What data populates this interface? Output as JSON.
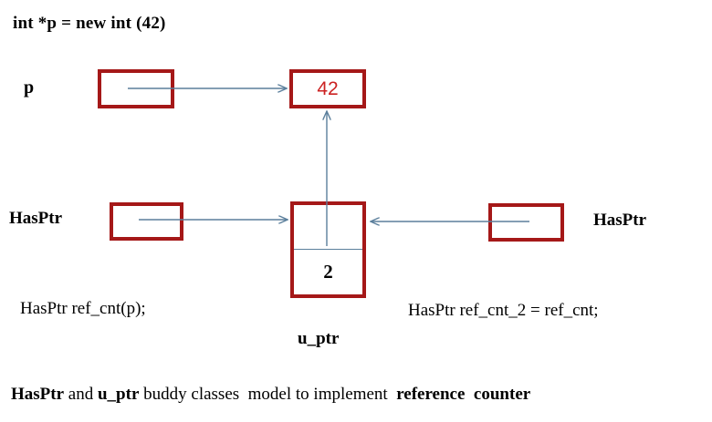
{
  "diagram": {
    "title": "int *p = new int (42)",
    "labels": {
      "pointer": "p",
      "hasptr_left": "HasPtr",
      "hasptr_right": "HasPtr",
      "uptr": "u_ptr"
    },
    "boxes": {
      "value": "42",
      "ref_count": "2"
    },
    "code": {
      "left": "HasPtr ref_cnt(p);",
      "right": "HasPtr ref_cnt_2 = ref_cnt;"
    },
    "caption": {
      "part1": "HasPtr",
      "part2": " and ",
      "part3": "u_ptr",
      "part4": " buddy classes  model to implement  ",
      "part5": "reference  counter"
    },
    "colors": {
      "box_border": "#a51818",
      "value_text": "#cc2222",
      "wire": "#5b7f9c",
      "text": "#000000",
      "background": "#ffffff"
    },
    "icons": {
      "arrow_p_to_value": "arrow-right-icon",
      "arrow_uptr_to_value": "arrow-up-icon",
      "arrow_hasptr_left_to_uptr": "arrow-right-icon",
      "arrow_hasptr_right_to_uptr": "arrow-left-icon"
    }
  }
}
